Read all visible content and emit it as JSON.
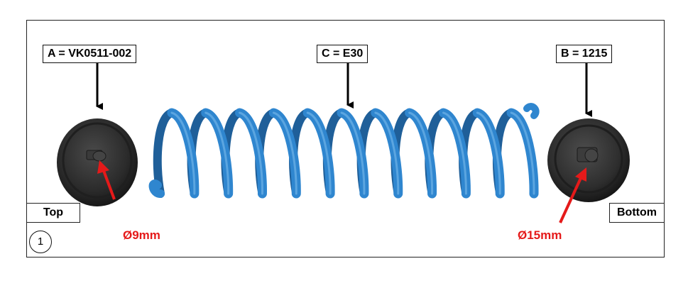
{
  "callouts": {
    "a": "A = VK0511-002",
    "c": "C = E30",
    "b": "B = 1215"
  },
  "labels": {
    "top": "Top",
    "bottom": "Bottom"
  },
  "diameters": {
    "left": "Ø9mm",
    "right": "Ø15mm"
  },
  "figure_number": "1",
  "colors": {
    "spring": "#2f86cf",
    "seat": "#2b2b2b",
    "arrow_red": "#e51a1a",
    "arrow_black": "#000000"
  }
}
